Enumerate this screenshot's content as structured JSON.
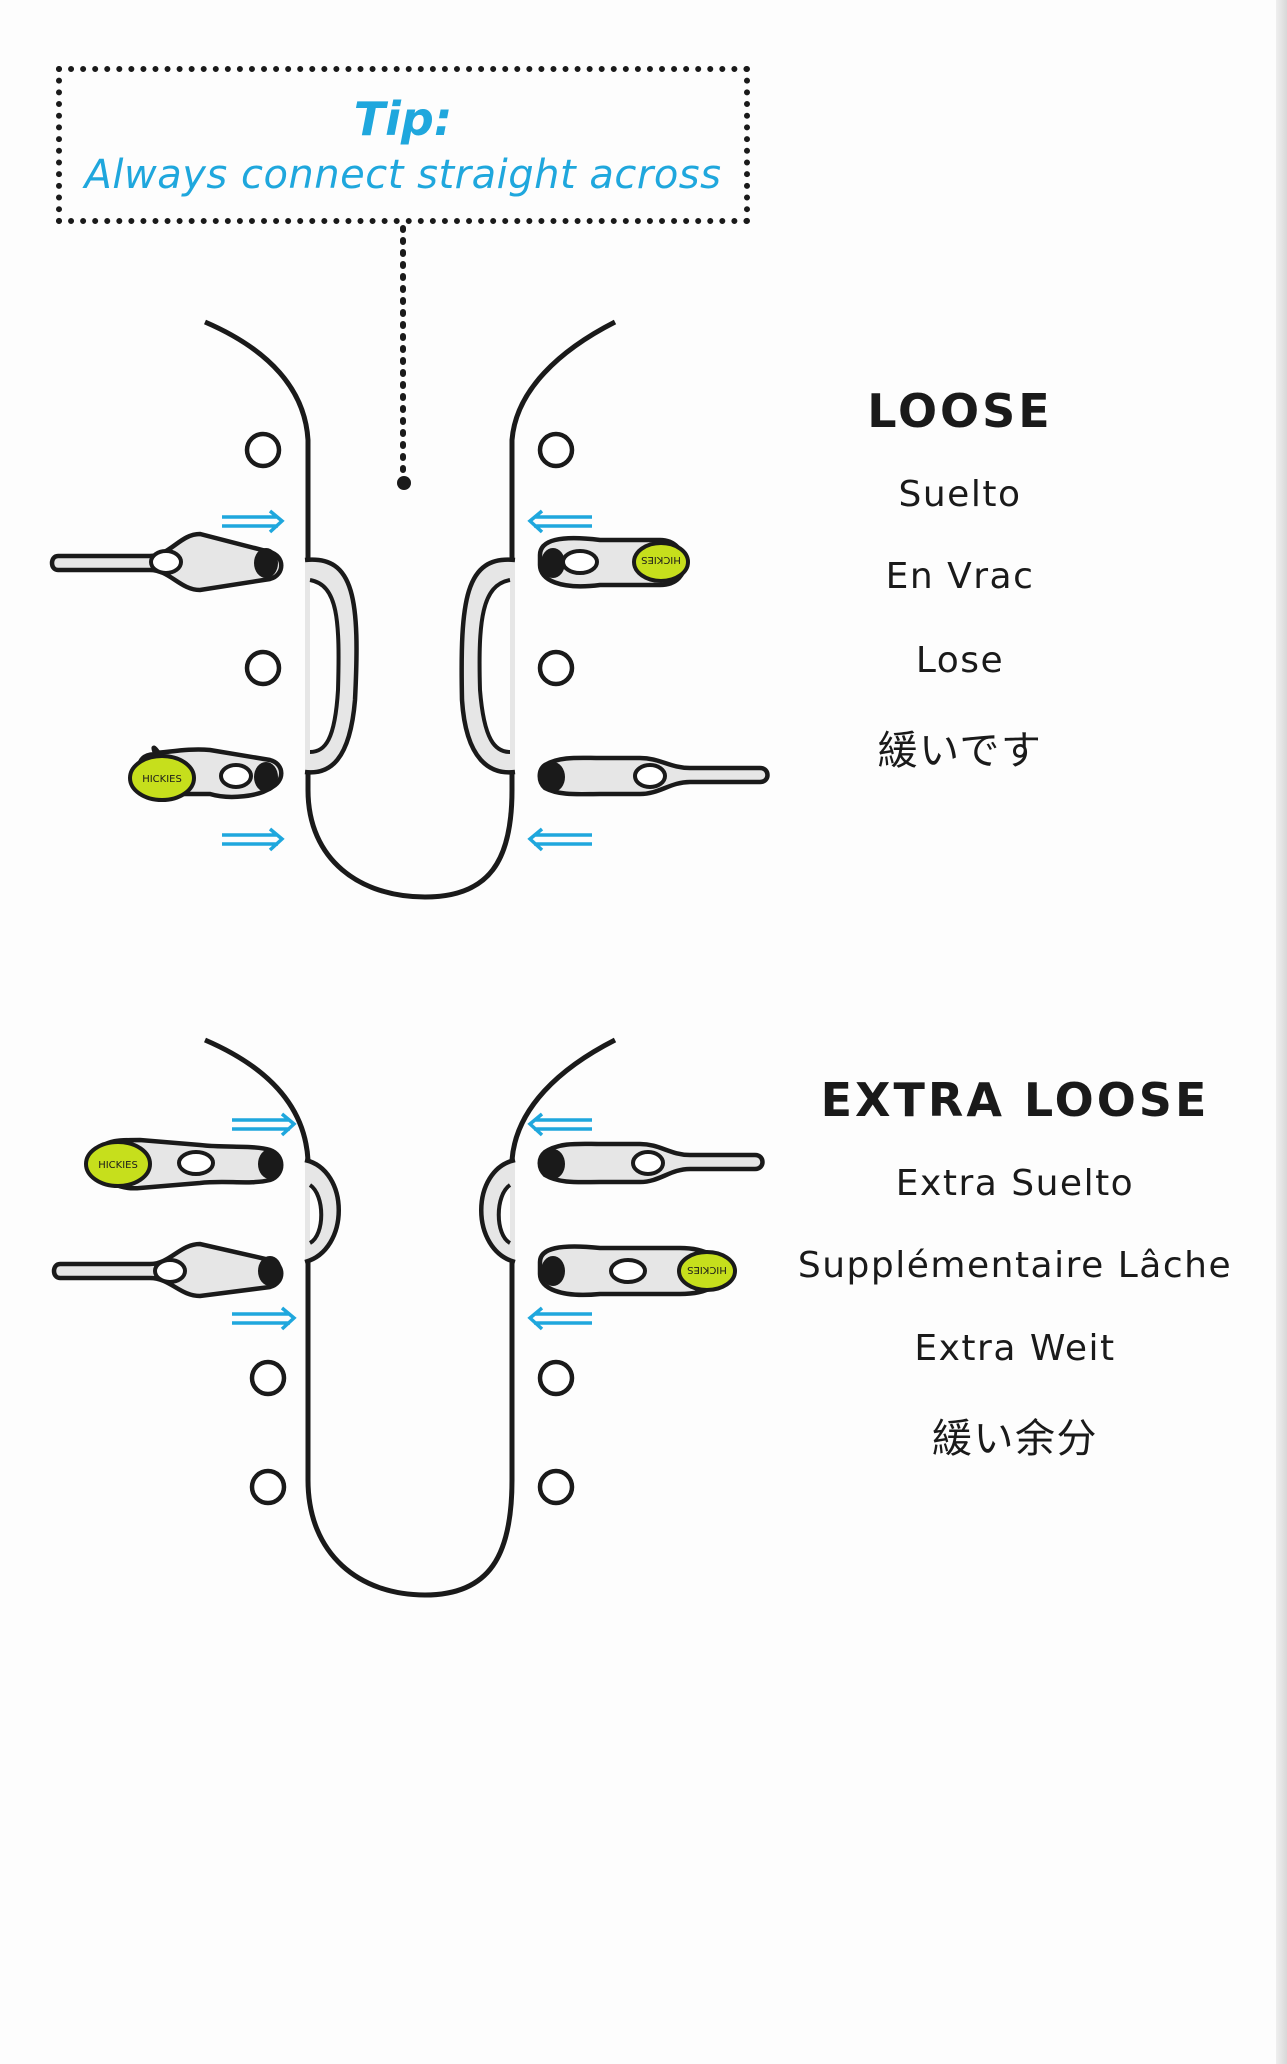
{
  "tip": {
    "title": "Tip:",
    "text": "Always connect straight across"
  },
  "loose": {
    "title": "LOOSE",
    "translations": [
      "Suelto",
      "En Vrac",
      "Lose",
      "緩いです"
    ]
  },
  "extra_loose": {
    "title": "EXTRA LOOSE",
    "translations": [
      "Extra Suelto",
      "Supplémentaire Lâche",
      "Extra Weit",
      "緩い余分"
    ]
  },
  "brand_label": "HICKIES",
  "colors": {
    "accent_blue": "#1fa7dd",
    "lace_green": "#c6df1c",
    "ink": "#1a1a1a",
    "lace_fill": "#e6e6e6"
  }
}
